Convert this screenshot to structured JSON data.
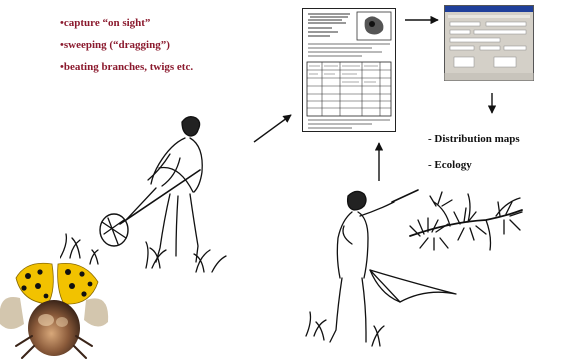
{
  "methods": [
    "•capture “on sight”",
    "•sweeping (“dragging”)",
    "•beating branches, twigs etc."
  ],
  "outputs": [
    "- Distribution maps",
    "- Ecology"
  ],
  "colors": {
    "method_text": "#8b1a2e",
    "output_text": "#111111",
    "arrow": "#111111",
    "window_titlebar": "#1f3f9a",
    "window_body": "#d4d0c8",
    "ladybird_shell": "#f2c200",
    "ladybird_spots": "#111111"
  },
  "icons": [
    "sweeping-collector-illustration",
    "beating-collector-illustration",
    "record-sheet-document",
    "database-window-screenshot",
    "ladybird-photo"
  ]
}
